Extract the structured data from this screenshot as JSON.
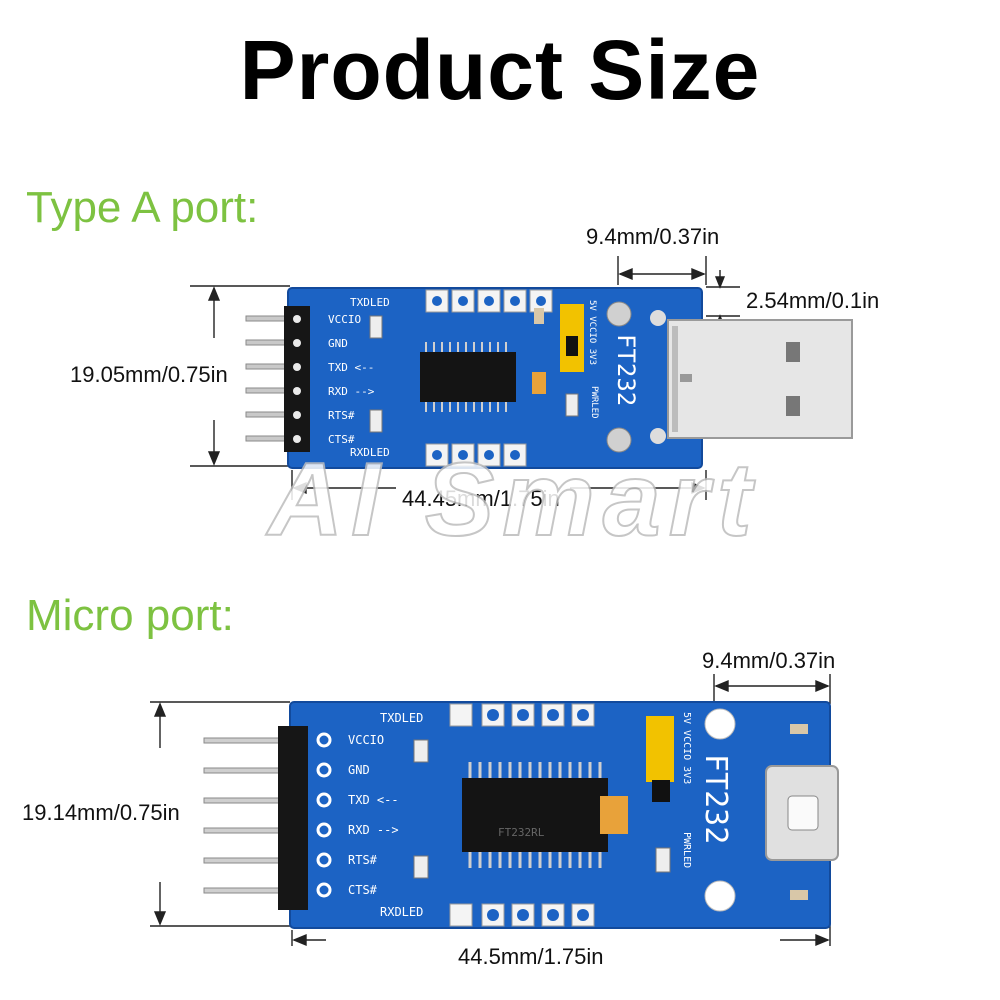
{
  "page_title": "Product Size",
  "colors": {
    "heading": "#7dc241",
    "board": "#1c63c4",
    "board_edge": "#124a9c",
    "pads": "#f4f4f4",
    "jumper": "#f2c200"
  },
  "type_a": {
    "heading": "Type A port:",
    "dims": {
      "connector_width": "9.4mm/0.37in",
      "pitch": "2.54mm/0.1in",
      "height": "19.05mm/0.75in",
      "length": "44.45mm/1.75in"
    },
    "board": {
      "silk_txdled": "TXDLED",
      "silk_rxdled": "RXDLED",
      "pins": [
        "VCCIO",
        "GND",
        "TXD <--",
        "RXD -->",
        "RTS#",
        "CTS#"
      ],
      "model": "FT232",
      "voltage": "5V VCCIO 3V3",
      "pwrled": "PWRLED"
    },
    "watermark": "AI Smart"
  },
  "micro": {
    "heading": "Micro port:",
    "dims": {
      "connector_width": "9.4mm/0.37in",
      "height": "19.14mm/0.75in",
      "length": "44.5mm/1.75in"
    },
    "board": {
      "silk_txdled": "TXDLED",
      "silk_rxdled": "RXDLED",
      "pins": [
        "VCCIO",
        "GND",
        "TXD <--",
        "RXD -->",
        "RTS#",
        "CTS#"
      ],
      "model": "FT232",
      "voltage": "5V VCCIO 3V3",
      "pwrled": "PWRLED",
      "chip_label": "FT232RL"
    }
  }
}
